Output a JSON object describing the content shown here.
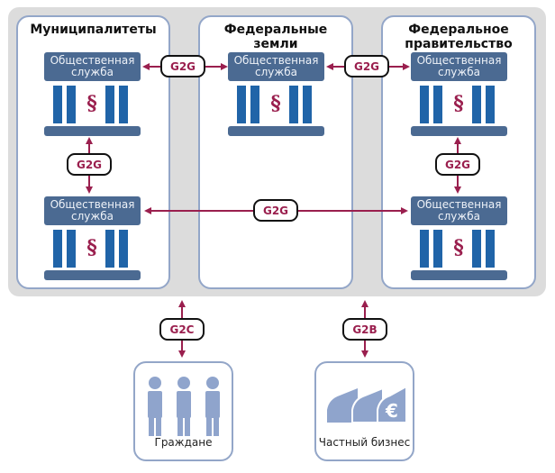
{
  "panels": [
    {
      "title": "Муниципалитеты"
    },
    {
      "title_line1": "Федеральные",
      "title_line2": "земли"
    },
    {
      "title_line1": "Федеральное",
      "title_line2": "правительство"
    }
  ],
  "service": {
    "line1": "Общественная",
    "line2": "служба",
    "symbol": "§"
  },
  "connections": {
    "g2g": "G2G",
    "g2c": "G2C",
    "g2b": "G2B"
  },
  "actors": {
    "citizens": {
      "label": "Граждане",
      "icon": "people-icon"
    },
    "business": {
      "label": "Частный бизнес",
      "icon": "factory-euro-icon",
      "currency_symbol": "€"
    }
  },
  "colors": {
    "panel_border": "#93a6c8",
    "service_box": "#4b6a92",
    "pillar": "#2064a8",
    "accent": "#9a1f4e",
    "icon_fill": "#8fa4cc",
    "band": "#dcdcdc"
  }
}
